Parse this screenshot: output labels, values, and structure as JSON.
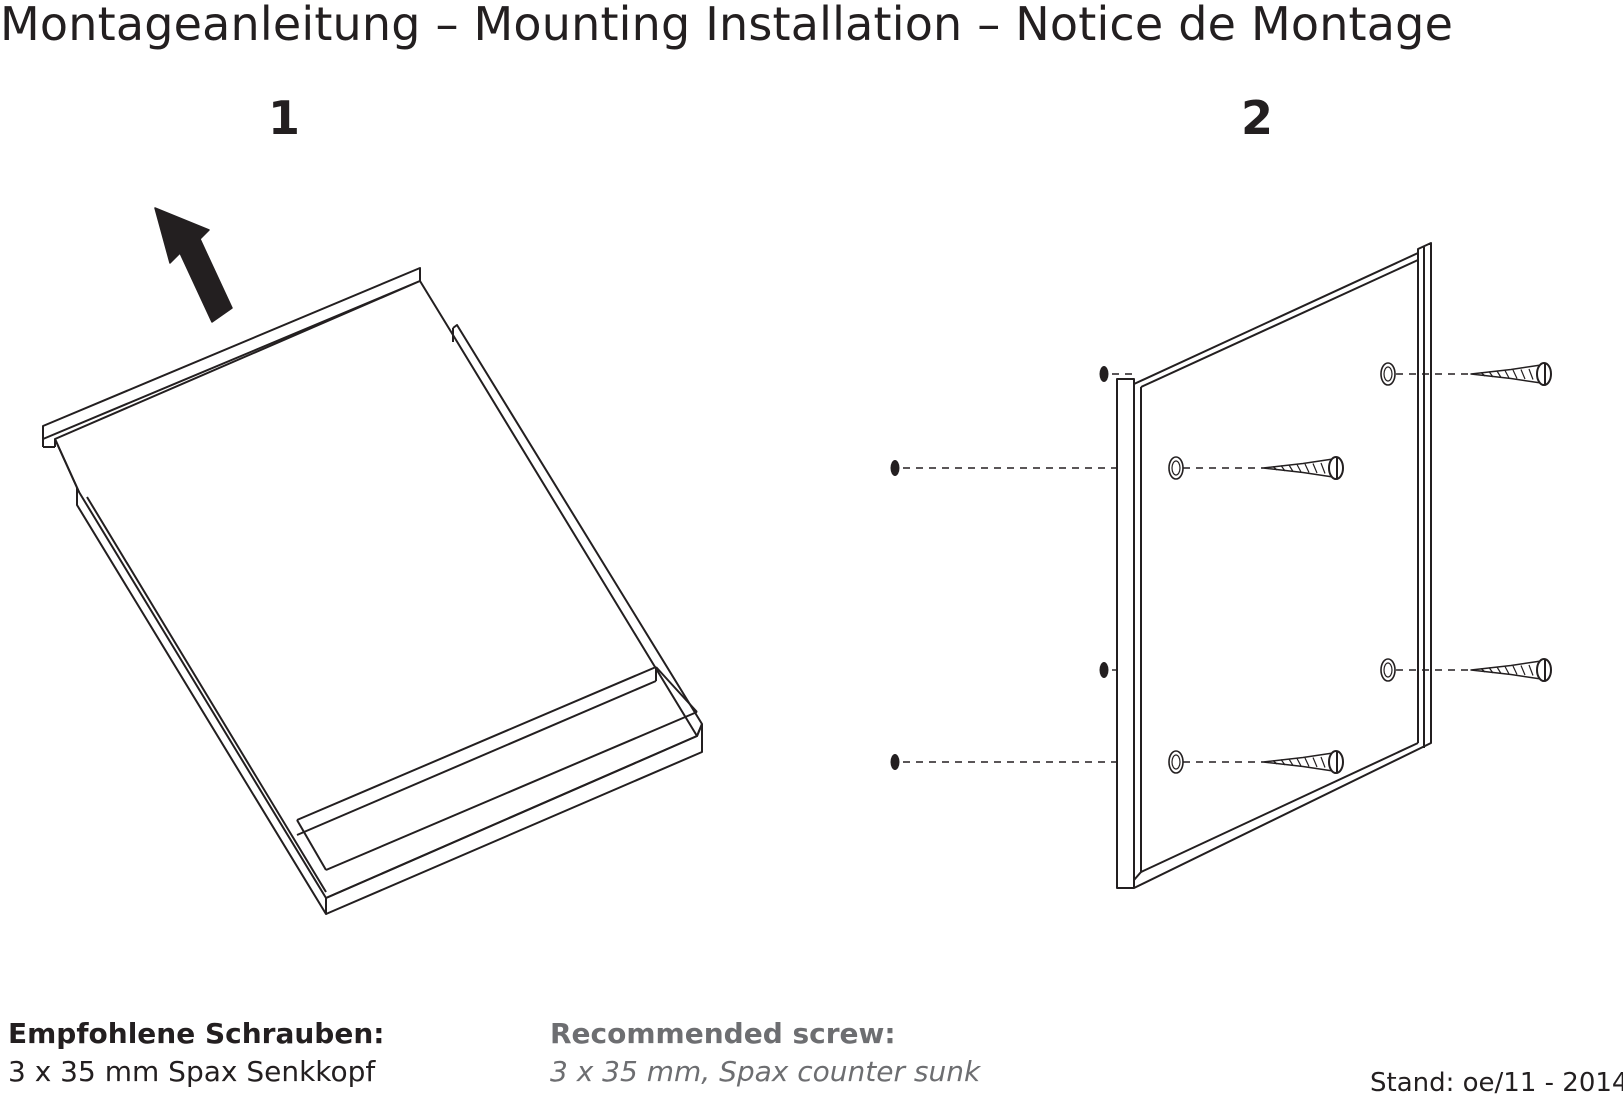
{
  "title": "Montageanleitung – Mounting Installation – Notice de Montage",
  "steps": [
    {
      "number": "1"
    },
    {
      "number": "2"
    }
  ],
  "screws": {
    "de_heading": "Empfohlene Schrauben:",
    "de_text": "3 x 35 mm Spax Senkkopf",
    "en_heading": "Recommended screw:",
    "en_text": "3 x 35 mm, Spax counter sunk"
  },
  "stand": "Stand: oe/11 - 2014",
  "icons": {
    "arrow": "arrow-up-left-icon",
    "screw": "screw-icon",
    "drill_hole": "drill-hole-icon",
    "wall_plug": "wall-plug-icon"
  },
  "colors": {
    "line": "#231f20",
    "light_line": "#9d9fa2",
    "grey_text": "#6d6e71"
  }
}
